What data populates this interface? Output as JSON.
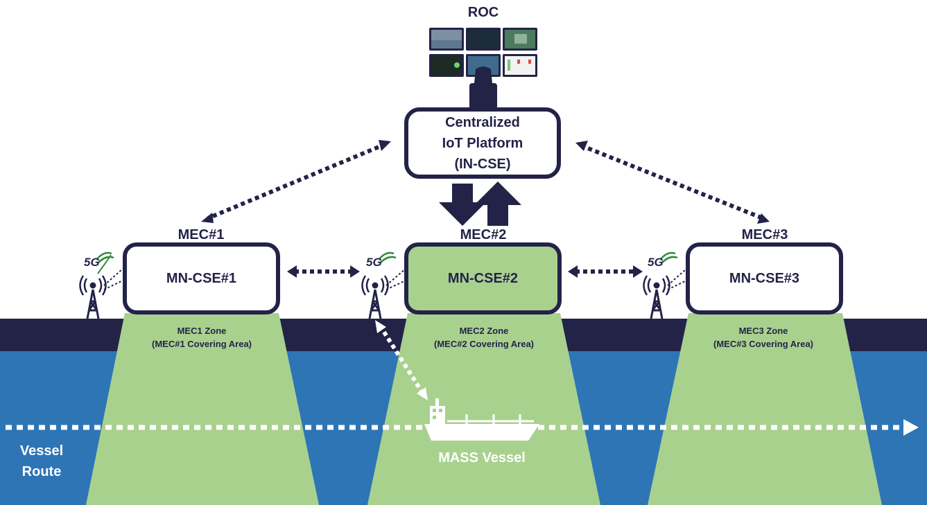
{
  "roc": {
    "label": "ROC"
  },
  "platform": {
    "line1": "Centralized",
    "line2": "IoT Platform",
    "line3": "(IN-CSE)"
  },
  "mecs": [
    {
      "label": "MEC#1",
      "cse": "MN-CSE#1",
      "zone": "MEC1 Zone",
      "zone_sub": "(MEC#1 Covering Area)",
      "active": false
    },
    {
      "label": "MEC#2",
      "cse": "MN-CSE#2",
      "zone": "MEC2 Zone",
      "zone_sub": "(MEC#2 Covering Area)",
      "active": true
    },
    {
      "label": "MEC#3",
      "cse": "MN-CSE#3",
      "zone": "MEC3 Zone",
      "zone_sub": "(MEC#3 Covering Area)",
      "active": false
    }
  ],
  "fiveg_label": "5G",
  "vessel_route": {
    "line1": "Vessel",
    "line2": "Route"
  },
  "vessel": {
    "label": "MASS Vessel"
  },
  "colors": {
    "navy": "#232348",
    "sea": "#2e75b6",
    "zone": "#a9d18e",
    "white": "#ffffff"
  }
}
